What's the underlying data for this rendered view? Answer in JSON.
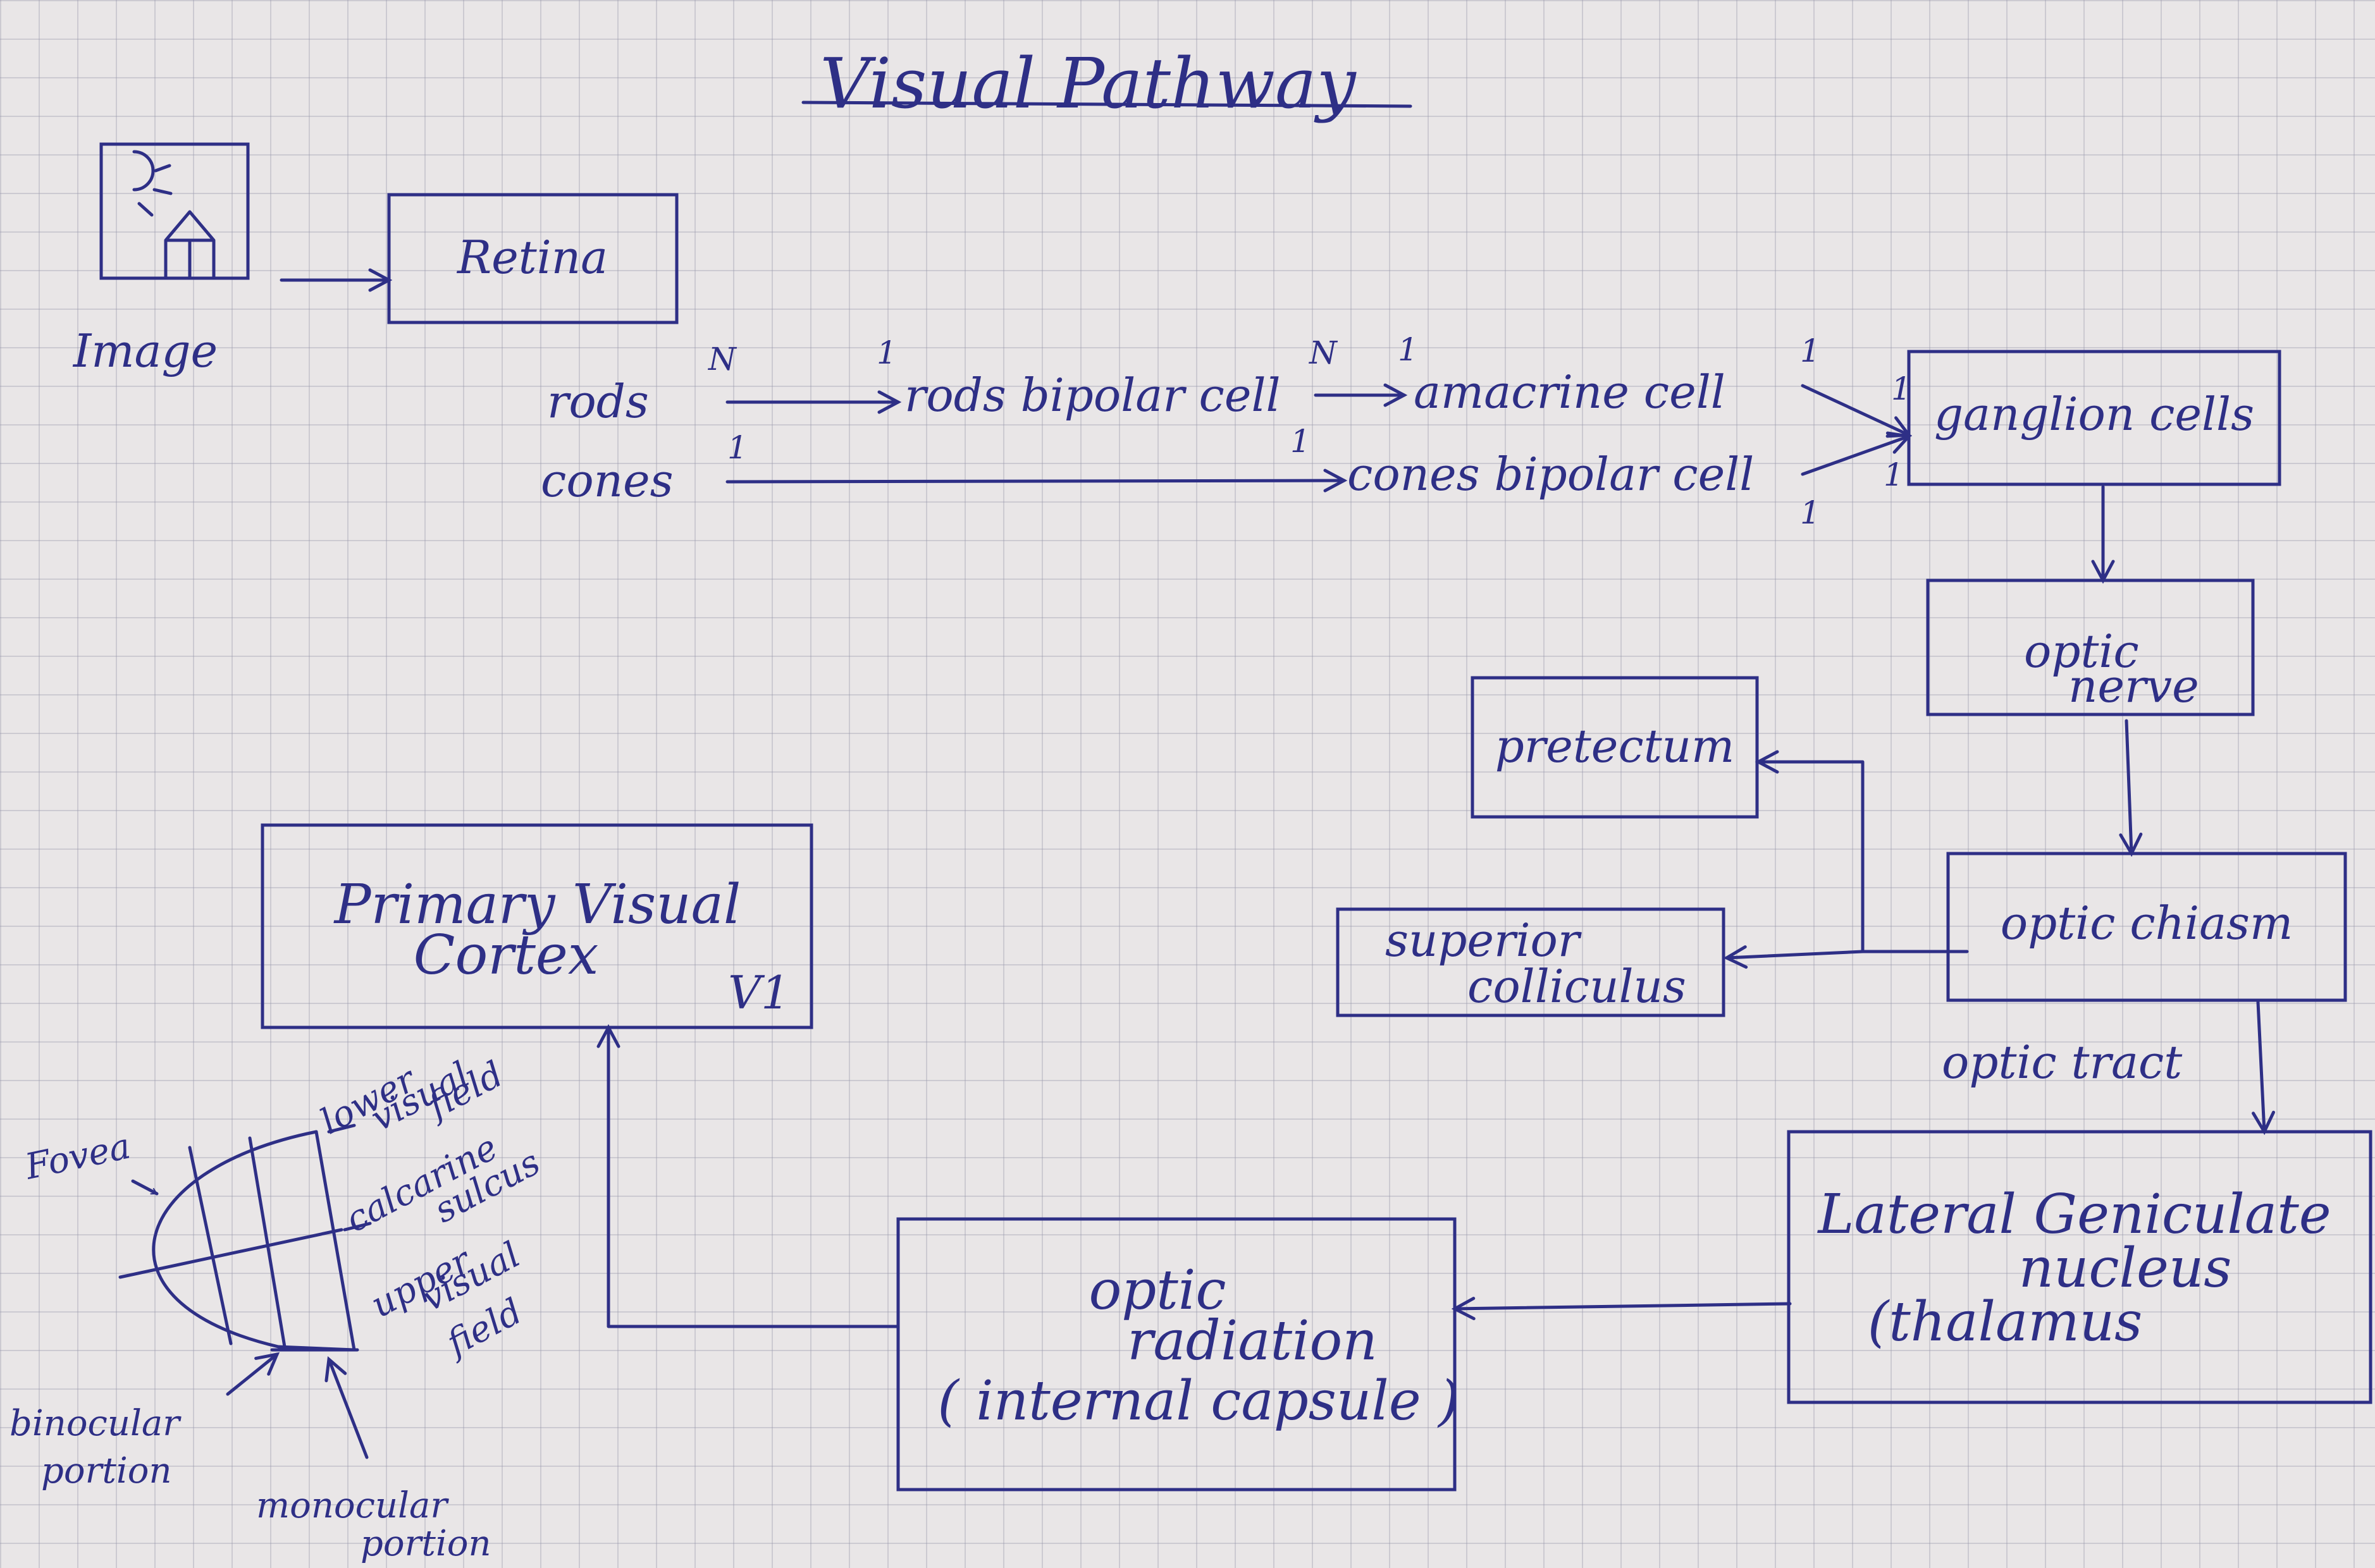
{
  "title": "Visual Pathway",
  "nodes": {
    "image": "Image",
    "retina": "Retina",
    "rods": "rods",
    "cones": "cones",
    "rods_bipolar": "rods bipolar cell",
    "amacrine": "amacrine cell",
    "cones_bipolar": "cones bipolar cell",
    "ganglion": "ganglion cells",
    "optic_nerve_1": "optic",
    "optic_nerve_2": "nerve",
    "optic_chiasm": "optic chiasm",
    "pretectum": "pretectum",
    "superior_colliculus_1": "superior",
    "superior_colliculus_2": "colliculus",
    "optic_tract": "optic tract",
    "lgn_1": "Lateral Geniculate",
    "lgn_2": "nucleus",
    "lgn_3": "(thalamus",
    "optic_radiation_1": "optic",
    "optic_radiation_2": "radiation",
    "optic_radiation_3": "( internal capsule )",
    "v1_1": "Primary Visual",
    "v1_2": "Cortex",
    "v1_3": "V1"
  },
  "cardinality": {
    "rods_out": "N",
    "rods_bipolar_in": "1",
    "rods_bipolar_out": "N",
    "amacrine_in": "1",
    "cones_out": "1",
    "cones_bipolar_in": "1",
    "ganglion_from_amacrine": "1",
    "ganglion_in_top": "1",
    "ganglion_in_bottom": "1",
    "ganglion_from_cones_bipolar": "1"
  },
  "cortex_sketch": {
    "fovea": "Fovea",
    "lower_1": "lower",
    "lower_2": "visual",
    "lower_3": "field",
    "calcarine_1": "calcarine",
    "calcarine_2": "sulcus",
    "upper_1": "upper",
    "upper_2": "visual",
    "upper_3": "field",
    "binocular_1": "binocular",
    "binocular_2": "portion",
    "monocular_1": "monocular",
    "monocular_2": "portion"
  },
  "colors": {
    "ink": "#2e2f86",
    "paper": "#e9e6e7",
    "grid": "#9696aa"
  }
}
